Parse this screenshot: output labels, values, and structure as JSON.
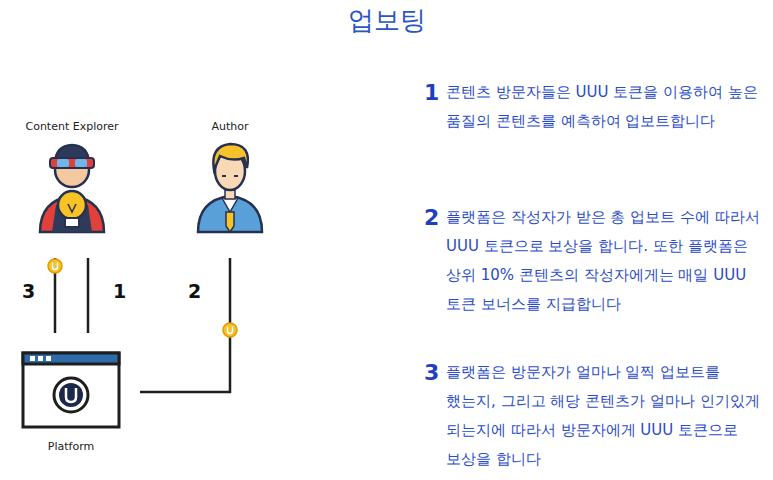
{
  "diagram": {
    "title": "업보팅",
    "nodes": [
      {
        "text": [
          "Content Explorer"
        ]
      },
      {
        "text": [
          "Author"
        ]
      },
      {
        "text": [
          "Platform"
        ]
      }
    ],
    "edges": [
      {
        "from": 2,
        "to": 0,
        "arrow": "none",
        "label": "3"
      },
      {
        "from": 0,
        "to": 2,
        "arrow": "none",
        "label": "1"
      },
      {
        "from": 2,
        "to": 1,
        "arrow": "none",
        "label": "2"
      }
    ],
    "labels": [
      "1",
      "콘텐츠 방문자들은 UUU 토큰을 이용하여 높은 품질의 콘텐츠를 예측하여 업보트합니다",
      "2",
      "플랫폼은 작성자가 받은 총 업보트 수에 따라서 UUU 토큰으로 보상을 합니다. 또한 플랫폼은 상위 10% 콘텐츠의 작성자에게는 매일 UUU 토큰 보너스를 지급합니다",
      "3",
      "플랫폼은 방문자가 얼마나 일찍 업보트를 했는지, 그리고 해당 콘텐츠가 얼마나 인기있게 되는지에 따라서 방문자에게 UUU 토큰으로 보상을 합니다"
    ]
  }
}
